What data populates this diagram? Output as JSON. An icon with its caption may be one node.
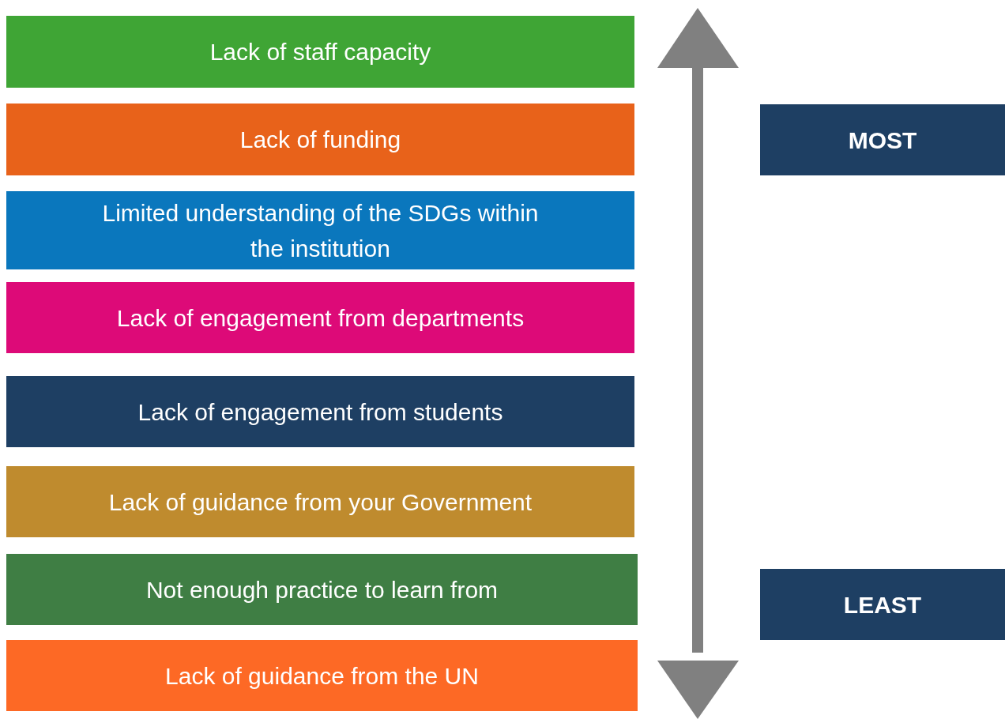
{
  "diagram": {
    "nodes": [
      {
        "text": [
          "Lack of staff capacity"
        ]
      },
      {
        "text": [
          "Lack of funding"
        ]
      },
      {
        "text": [
          "Limited understanding of the SDGs within the institution"
        ]
      },
      {
        "text": [
          "Lack of engagement from departments"
        ]
      },
      {
        "text": [
          "Lack of engagement from students"
        ]
      },
      {
        "text": [
          "Lack of guidance from your Government"
        ]
      },
      {
        "text": [
          "Not enough practice to learn from"
        ]
      },
      {
        "text": [
          "Lack of guidance from the UN"
        ]
      },
      {
        "text": [
          "MOST"
        ]
      },
      {
        "text": [
          "LEAST"
        ]
      }
    ]
  }
}
